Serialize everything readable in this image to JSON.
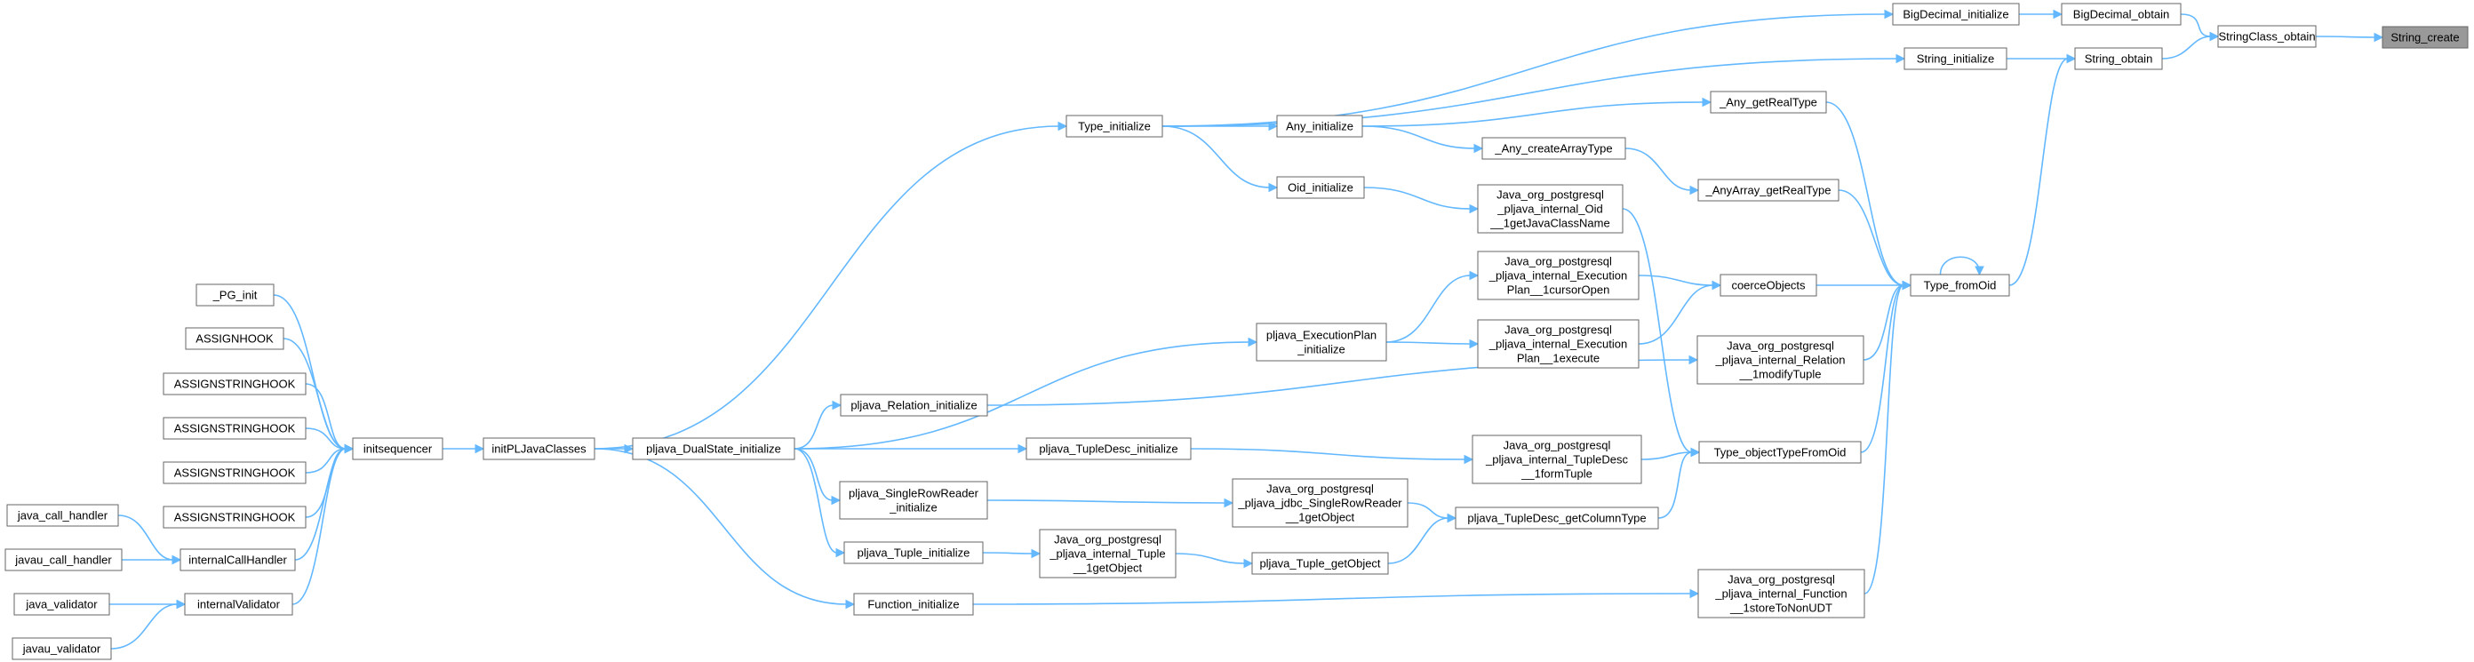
{
  "graph": {
    "nodes": [
      {
        "id": "String_create",
        "lines": [
          "String_create"
        ],
        "root": true
      },
      {
        "id": "StringClass_obtain",
        "lines": [
          "StringClass_obtain"
        ]
      },
      {
        "id": "BigDecimal_obtain",
        "lines": [
          "BigDecimal_obtain"
        ]
      },
      {
        "id": "BigDecimal_initialize",
        "lines": [
          "BigDecimal_initialize"
        ]
      },
      {
        "id": "String_obtain",
        "lines": [
          "String_obtain"
        ]
      },
      {
        "id": "String_initialize",
        "lines": [
          "String_initialize"
        ]
      },
      {
        "id": "Type_initialize",
        "lines": [
          "Type_initialize"
        ]
      },
      {
        "id": "Any_initialize",
        "lines": [
          "Any_initialize"
        ]
      },
      {
        "id": "Oid_initialize",
        "lines": [
          "Oid_initialize"
        ]
      },
      {
        "id": "_Any_getRealType",
        "lines": [
          "_Any_getRealType"
        ]
      },
      {
        "id": "_Any_createArrayType",
        "lines": [
          "_Any_createArrayType"
        ]
      },
      {
        "id": "_AnyArray_getRealType",
        "lines": [
          "_AnyArray_getRealType"
        ]
      },
      {
        "id": "Oid_getJavaClassName",
        "lines": [
          "Java_org_postgresql",
          "_pljava_internal_Oid",
          "__1getJavaClassName"
        ]
      },
      {
        "id": "Type_fromOid",
        "lines": [
          "Type_fromOid"
        ]
      },
      {
        "id": "coerceObjects",
        "lines": [
          "coerceObjects"
        ]
      },
      {
        "id": "ExecPlan_cursorOpen",
        "lines": [
          "Java_org_postgresql",
          "_pljava_internal_Execution",
          "Plan__1cursorOpen"
        ]
      },
      {
        "id": "ExecPlan_execute",
        "lines": [
          "Java_org_postgresql",
          "_pljava_internal_Execution",
          "Plan__1execute"
        ]
      },
      {
        "id": "pljava_ExecutionPlan_initialize",
        "lines": [
          "pljava_ExecutionPlan",
          "_initialize"
        ]
      },
      {
        "id": "Relation_modifyTuple",
        "lines": [
          "Java_org_postgresql",
          "_pljava_internal_Relation",
          "__1modifyTuple"
        ]
      },
      {
        "id": "pljava_Relation_initialize",
        "lines": [
          "pljava_Relation_initialize"
        ]
      },
      {
        "id": "Type_objectTypeFromOid",
        "lines": [
          "Type_objectTypeFromOid"
        ]
      },
      {
        "id": "TupleDesc_formTuple",
        "lines": [
          "Java_org_postgresql",
          "_pljava_internal_TupleDesc",
          "__1formTuple"
        ]
      },
      {
        "id": "pljava_TupleDesc_initialize",
        "lines": [
          "pljava_TupleDesc_initialize"
        ]
      },
      {
        "id": "pljava_TupleDesc_getColumnType",
        "lines": [
          "pljava_TupleDesc_getColumnType"
        ]
      },
      {
        "id": "SingleRowReader_getObject",
        "lines": [
          "Java_org_postgresql",
          "_pljava_jdbc_SingleRowReader",
          "__1getObject"
        ]
      },
      {
        "id": "pljava_SingleRowReader_initialize",
        "lines": [
          "pljava_SingleRowReader",
          "_initialize"
        ]
      },
      {
        "id": "pljava_Tuple_getObject",
        "lines": [
          "pljava_Tuple_getObject"
        ]
      },
      {
        "id": "Tuple_getObject",
        "lines": [
          "Java_org_postgresql",
          "_pljava_internal_Tuple",
          "__1getObject"
        ]
      },
      {
        "id": "pljava_Tuple_initialize",
        "lines": [
          "pljava_Tuple_initialize"
        ]
      },
      {
        "id": "Function_storeToNonUDT",
        "lines": [
          "Java_org_postgresql",
          "_pljava_internal_Function",
          "__1storeToNonUDT"
        ]
      },
      {
        "id": "Function_initialize",
        "lines": [
          "Function_initialize"
        ]
      },
      {
        "id": "pljava_DualState_initialize",
        "lines": [
          "pljava_DualState_initialize"
        ]
      },
      {
        "id": "initPLJavaClasses",
        "lines": [
          "initPLJavaClasses"
        ]
      },
      {
        "id": "initsequencer",
        "lines": [
          "initsequencer"
        ]
      },
      {
        "id": "_PG_init",
        "lines": [
          "_PG_init"
        ]
      },
      {
        "id": "ASSIGNHOOK",
        "lines": [
          "ASSIGNHOOK"
        ]
      },
      {
        "id": "ASSIGNSTRINGHOOK_1",
        "lines": [
          "ASSIGNSTRINGHOOK"
        ]
      },
      {
        "id": "ASSIGNSTRINGHOOK_2",
        "lines": [
          "ASSIGNSTRINGHOOK"
        ]
      },
      {
        "id": "ASSIGNSTRINGHOOK_3",
        "lines": [
          "ASSIGNSTRINGHOOK"
        ]
      },
      {
        "id": "ASSIGNSTRINGHOOK_4",
        "lines": [
          "ASSIGNSTRINGHOOK"
        ]
      },
      {
        "id": "internalCallHandler",
        "lines": [
          "internalCallHandler"
        ]
      },
      {
        "id": "java_call_handler",
        "lines": [
          "java_call_handler"
        ]
      },
      {
        "id": "javau_call_handler",
        "lines": [
          "javau_call_handler"
        ]
      },
      {
        "id": "internalValidator",
        "lines": [
          "internalValidator"
        ]
      },
      {
        "id": "java_validator",
        "lines": [
          "java_validator"
        ]
      },
      {
        "id": "javau_validator",
        "lines": [
          "javau_validator"
        ]
      }
    ],
    "edges": [
      [
        "StringClass_obtain",
        "String_create"
      ],
      [
        "BigDecimal_obtain",
        "StringClass_obtain"
      ],
      [
        "String_obtain",
        "StringClass_obtain"
      ],
      [
        "BigDecimal_initialize",
        "BigDecimal_obtain"
      ],
      [
        "String_initialize",
        "String_obtain"
      ],
      [
        "Type_fromOid",
        "String_obtain"
      ],
      [
        "Type_initialize",
        "BigDecimal_initialize"
      ],
      [
        "Type_initialize",
        "String_initialize"
      ],
      [
        "Type_initialize",
        "Any_initialize"
      ],
      [
        "Type_initialize",
        "Oid_initialize"
      ],
      [
        "Any_initialize",
        "_Any_getRealType"
      ],
      [
        "Any_initialize",
        "_Any_createArrayType"
      ],
      [
        "_Any_createArrayType",
        "_AnyArray_getRealType"
      ],
      [
        "Oid_initialize",
        "Oid_getJavaClassName"
      ],
      [
        "_Any_getRealType",
        "Type_fromOid"
      ],
      [
        "_AnyArray_getRealType",
        "Type_fromOid"
      ],
      [
        "coerceObjects",
        "Type_fromOid"
      ],
      [
        "Relation_modifyTuple",
        "Type_fromOid"
      ],
      [
        "Type_objectTypeFromOid",
        "Type_fromOid"
      ],
      [
        "Function_storeToNonUDT",
        "Type_fromOid"
      ],
      [
        "Type_fromOid",
        "Type_fromOid"
      ],
      [
        "Oid_getJavaClassName",
        "Type_objectTypeFromOid"
      ],
      [
        "TupleDesc_formTuple",
        "Type_objectTypeFromOid"
      ],
      [
        "pljava_TupleDesc_getColumnType",
        "Type_objectTypeFromOid"
      ],
      [
        "ExecPlan_cursorOpen",
        "coerceObjects"
      ],
      [
        "ExecPlan_execute",
        "coerceObjects"
      ],
      [
        "pljava_ExecutionPlan_initialize",
        "ExecPlan_cursorOpen"
      ],
      [
        "pljava_ExecutionPlan_initialize",
        "ExecPlan_execute"
      ],
      [
        "pljava_Relation_initialize",
        "Relation_modifyTuple"
      ],
      [
        "pljava_TupleDesc_initialize",
        "TupleDesc_formTuple"
      ],
      [
        "SingleRowReader_getObject",
        "pljava_TupleDesc_getColumnType"
      ],
      [
        "pljava_Tuple_getObject",
        "pljava_TupleDesc_getColumnType"
      ],
      [
        "pljava_SingleRowReader_initialize",
        "SingleRowReader_getObject"
      ],
      [
        "Tuple_getObject",
        "pljava_Tuple_getObject"
      ],
      [
        "pljava_Tuple_initialize",
        "Tuple_getObject"
      ],
      [
        "Function_initialize",
        "Function_storeToNonUDT"
      ],
      [
        "pljava_DualState_initialize",
        "pljava_ExecutionPlan_initialize"
      ],
      [
        "pljava_DualState_initialize",
        "pljava_Relation_initialize"
      ],
      [
        "pljava_DualState_initialize",
        "pljava_TupleDesc_initialize"
      ],
      [
        "pljava_DualState_initialize",
        "pljava_SingleRowReader_initialize"
      ],
      [
        "pljava_DualState_initialize",
        "pljava_Tuple_initialize"
      ],
      [
        "initPLJavaClasses",
        "Type_initialize"
      ],
      [
        "initPLJavaClasses",
        "pljava_DualState_initialize"
      ],
      [
        "initPLJavaClasses",
        "Function_initialize"
      ],
      [
        "initsequencer",
        "initPLJavaClasses"
      ],
      [
        "_PG_init",
        "initsequencer"
      ],
      [
        "ASSIGNHOOK",
        "initsequencer"
      ],
      [
        "ASSIGNSTRINGHOOK_1",
        "initsequencer"
      ],
      [
        "ASSIGNSTRINGHOOK_2",
        "initsequencer"
      ],
      [
        "ASSIGNSTRINGHOOK_3",
        "initsequencer"
      ],
      [
        "ASSIGNSTRINGHOOK_4",
        "initsequencer"
      ],
      [
        "internalCallHandler",
        "initsequencer"
      ],
      [
        "internalValidator",
        "initsequencer"
      ],
      [
        "java_call_handler",
        "internalCallHandler"
      ],
      [
        "javau_call_handler",
        "internalCallHandler"
      ],
      [
        "java_validator",
        "internalValidator"
      ],
      [
        "javau_validator",
        "internalValidator"
      ]
    ]
  }
}
